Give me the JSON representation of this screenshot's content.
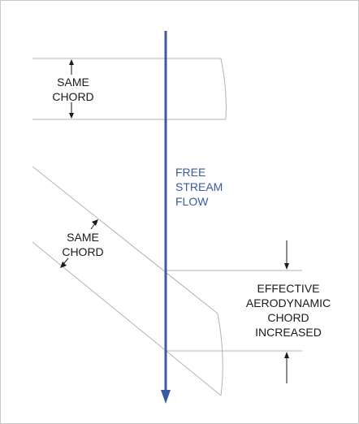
{
  "diagram": {
    "labels": {
      "same_chord_top": [
        "SAME",
        "CHORD"
      ],
      "same_chord_swept": [
        "SAME",
        "CHORD"
      ],
      "free_stream_flow": [
        "FREE",
        "STREAM",
        "FLOW"
      ],
      "effective_chord": [
        "EFFECTIVE",
        "AERODYNAMIC",
        "CHORD",
        "INCREASED"
      ]
    },
    "colors": {
      "flow_arrow": "#3b5aa0",
      "flow_text": "#3b5aa0",
      "outline": "#b4b4b4",
      "arrowhead": "#1a1a1a",
      "text": "#1a1a1a",
      "frame": "#c8c8c8"
    }
  }
}
